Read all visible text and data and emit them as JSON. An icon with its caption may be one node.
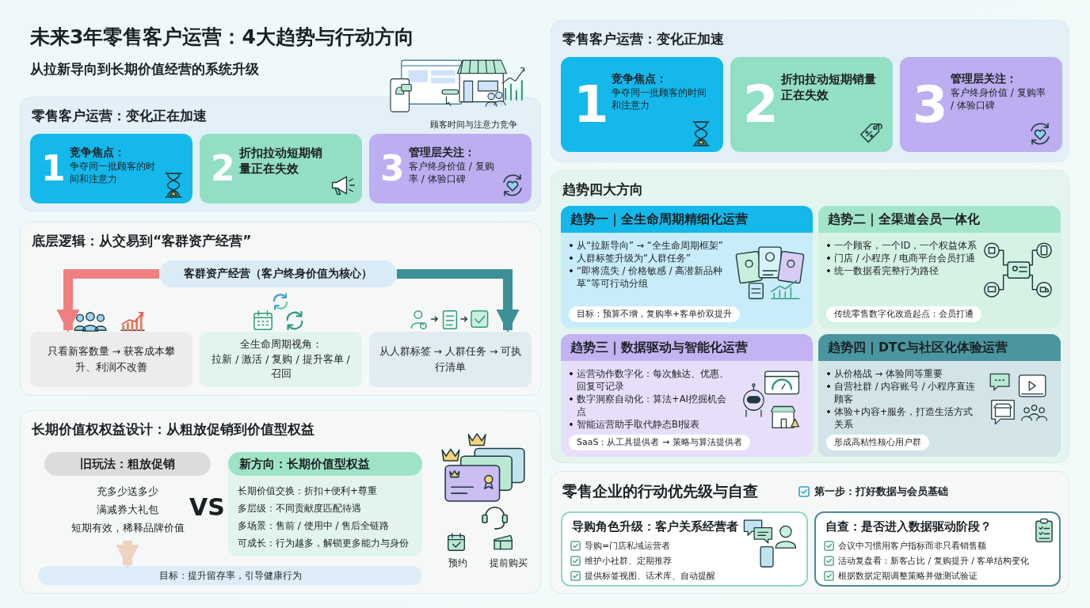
{
  "diagram": {
    "title": "未来3年零售客户运营：4大趋势与行动方向",
    "nodes": [
      {
        "text": [
          "零售客户运营：变化正在加速"
        ]
      },
      {
        "text": [
          "1",
          "竞争焦点：",
          "争夺同一批顾客的时间和注意力"
        ],
        "in": 0
      },
      {
        "text": [
          "2",
          "折扣拉动短期销量正在失效"
        ],
        "in": 0
      },
      {
        "text": [
          "3",
          "管理层关注：",
          "客户终身价值 / 复购率 / 体验口碑"
        ],
        "in": 0
      },
      {
        "text": [
          "底层逻辑：从交易到“客群资产经营”"
        ]
      },
      {
        "text": [
          "客群资产经营（客户终身价值为核心）"
        ],
        "in": 4
      },
      {
        "text": [
          "只看新客数量 → 获客成本攀升、利润不改善"
        ],
        "in": 4
      },
      {
        "text": [
          "全生命周期视角：",
          "拉新 / 激活 / 复购 / 提升客单 / 召回"
        ],
        "in": 4
      },
      {
        "text": [
          "从人群标签 → 人群任务 → 可执行清单"
        ],
        "in": 4
      },
      {
        "text": [
          "长期价值权权益设计：从粗放促销到价值型权益"
        ]
      },
      {
        "text": [
          "旧玩法：粗放促销",
          "充多少送多少",
          "满减券大礼包",
          "短期有效，稀释品牌价值"
        ],
        "in": 9
      },
      {
        "text": [
          "新方向：长期价值型权益",
          "长期价值交换：折扣+便利+尊重",
          "多层级：不同贡献度匹配待遇",
          "多场景：售前 / 使用中 / 售后全链路",
          "可成长：行为越多，解锁更多能力与身份"
        ],
        "in": 9
      },
      {
        "text": [
          "目标：提升留存率，引导健康行为"
        ],
        "in": 9
      },
      {
        "text": [
          "零售客户运营：变化正加速"
        ]
      },
      {
        "text": [
          "1",
          "竞争焦点：",
          "争夺同一批顾客的时间和注意力"
        ],
        "in": 13
      },
      {
        "text": [
          "2",
          "折扣拉动短期销量正在失效"
        ],
        "in": 13
      },
      {
        "text": [
          "3",
          "管理层关注：",
          "客户终身价值 / 复购率 / 体验口碑"
        ],
        "in": 13
      },
      {
        "text": [
          "趋势四大方向"
        ]
      },
      {
        "text": [
          "趋势一｜全生命周期精细化运营",
          "从“拉新导向” → “全生命周期框架”",
          "人群标签升级为“人群任务”",
          "“即将流失 / 价格敏感 / 高潜新品种草”等可行动分组",
          "目标：预算不增，复购率+客单价双提升"
        ],
        "in": 17
      },
      {
        "text": [
          "趋势二｜全渠道会员一体化",
          "一个顾客，一个ID，一个权益体系",
          "门店 / 小程序 / 电商平台会员打通",
          "统一数据看完整行为路径",
          "传统零售数字化改造起点：会员打通"
        ],
        "in": 17
      },
      {
        "text": [
          "趋势三｜数据驱动与智能化运营",
          "运营动作数字化：每次触达、优惠、回复可记录",
          "数字洞察自动化：算法+AI挖掘机会点",
          "智能运营助手取代静态BI报表",
          "SaaS：从工具提供者 → 策略与算法提供者"
        ],
        "in": 17
      },
      {
        "text": [
          "趋势四｜DTC与社区化体验运营",
          "从价格战 → 体验同等重要",
          "自营社群 / 内容账号 / 小程序直连顾客",
          "体验+内容+服务，打造生活方式关系",
          "形成高粘性核心用户群"
        ],
        "in": 17
      },
      {
        "text": [
          "零售企业的行动优先级与自查",
          "第一步：打好数据与会员基础"
        ]
      },
      {
        "text": [
          "导购角色升级：客户关系经营者",
          "导购=门店私域运营者",
          "维护小社群、定期推荐",
          "提供标签视图、话术库、自动提醒"
        ],
        "in": 22
      },
      {
        "text": [
          "自查：是否进入数据驱动阶段？",
          "会议中习惯用客户指标而非只看销售额",
          "活动复盘看：新客占比 / 复购提升 / 客单结构变化",
          "根据数据定期调整策略并做测试验证"
        ],
        "in": 22
      }
    ],
    "edges": [
      {
        "from": 5,
        "to": 6,
        "arrow": "to",
        "color": "#f08080"
      },
      {
        "from": 5,
        "to": 8,
        "arrow": "to",
        "color": "#3d8f98"
      },
      {
        "from": 10,
        "to": 12,
        "arrow": "to",
        "color": "#efd2bf"
      }
    ],
    "labels": [
      "从拉新导向到长期价值经营的系统升级",
      "顾客时间与注意力竞争",
      "VS",
      "预约",
      "提前购买"
    ]
  }
}
